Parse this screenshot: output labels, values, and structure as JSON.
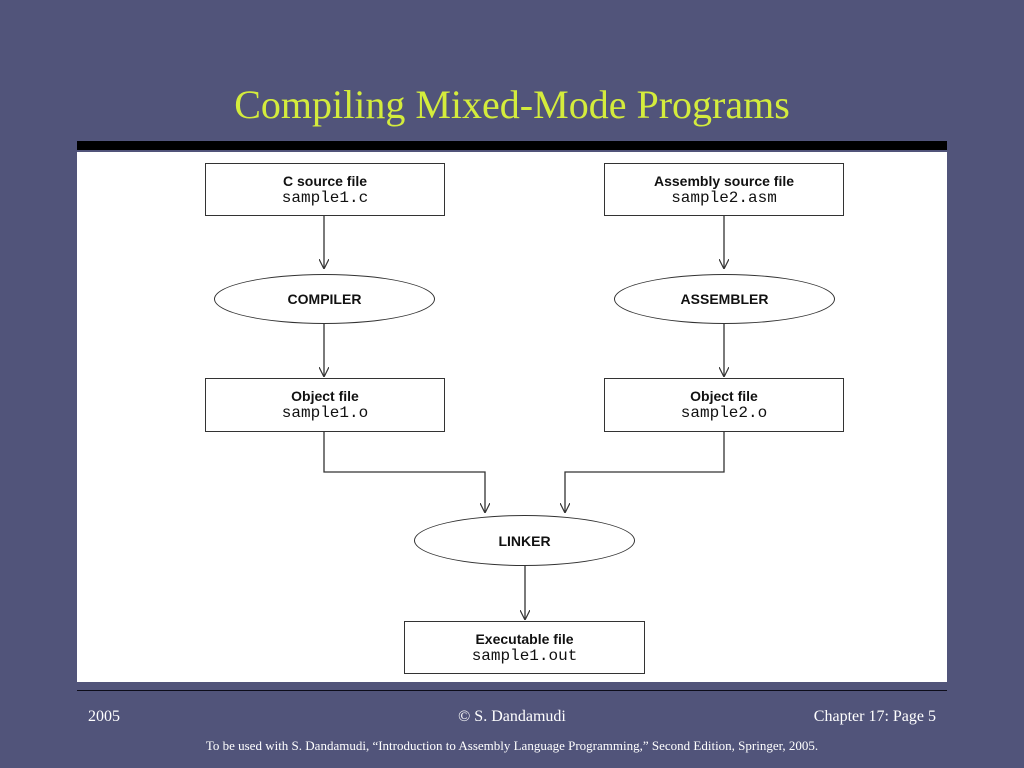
{
  "slide": {
    "title": "Compiling Mixed-Mode Programs"
  },
  "diagram": {
    "c_source": {
      "label": "C source file",
      "file": "sample1.c"
    },
    "asm_source": {
      "label": "Assembly source file",
      "file": "sample2.asm"
    },
    "compiler": "COMPILER",
    "assembler": "ASSEMBLER",
    "obj1": {
      "label": "Object file",
      "file": "sample1.o"
    },
    "obj2": {
      "label": "Object file",
      "file": "sample2.o"
    },
    "linker": "LINKER",
    "executable": {
      "label": "Executable file",
      "file": "sample1.out"
    }
  },
  "footer": {
    "year": "2005",
    "author": "© S. Dandamudi",
    "page": "Chapter 17: Page 5",
    "note": "To be used with S. Dandamudi, “Introduction to Assembly Language Programming,” Second Edition, Springer, 2005."
  }
}
